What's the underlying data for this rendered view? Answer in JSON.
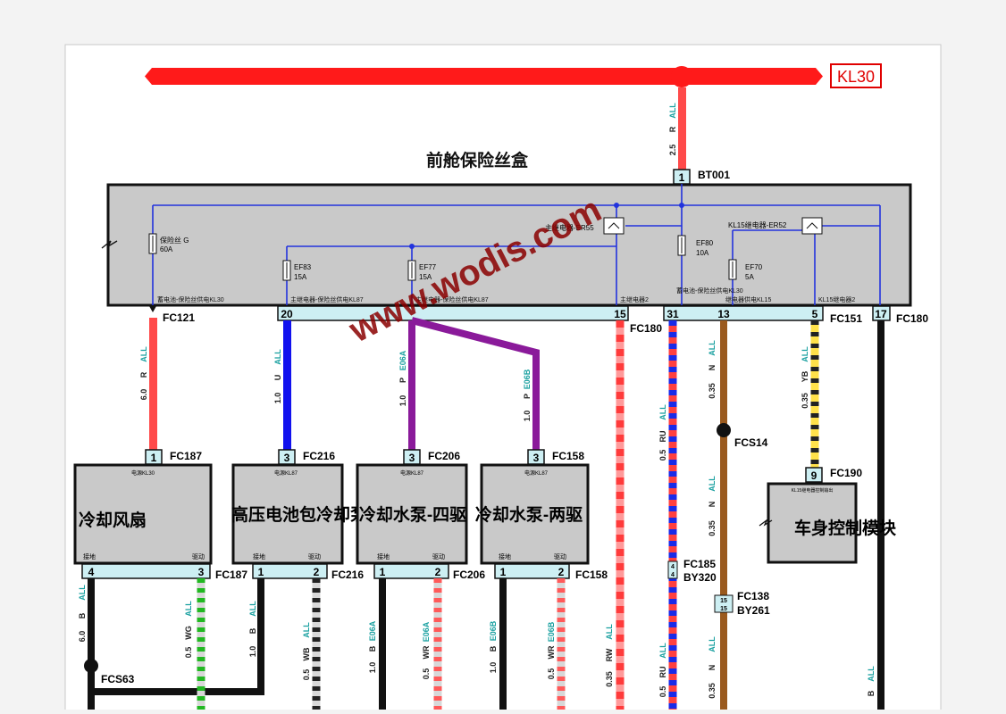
{
  "title": "前舱保险丝盒",
  "bus": {
    "label": "KL30",
    "wire_color_code": "R",
    "wire_gauge": "2.5",
    "variant": "ALL"
  },
  "top_connector": {
    "pin": "1",
    "name": "BT001"
  },
  "fusebox": {
    "fuse_g": {
      "name": "保险丝 G",
      "rating": "60A"
    },
    "ef83": {
      "name": "EF83",
      "rating": "15A"
    },
    "ef77": {
      "name": "EF77",
      "rating": "15A"
    },
    "ef80": {
      "name": "EF80",
      "rating": "10A"
    },
    "ef70": {
      "name": "EF70",
      "rating": "5A"
    },
    "relay_er55": "主继电器-ER55",
    "relay_er52": "KL15继电器-ER52",
    "bottom_labels": [
      "蓄电池-保险丝供电KL30",
      "主继电器-保险丝供电KL87",
      "主继电器-保险丝供电KL87",
      "主继电器2",
      "蓄电池-保险丝供电KL30",
      "继电器供电KL15",
      "KL15继电器2"
    ]
  },
  "fusebox_connectors": [
    {
      "pin": "20",
      "ref": ""
    },
    {
      "pin": "15",
      "ref": "FC180"
    },
    {
      "pin": "31",
      "ref": ""
    },
    {
      "pin": "13",
      "ref": ""
    },
    {
      "pin": "5",
      "ref": "FC151"
    },
    {
      "pin": "17",
      "ref": "FC180"
    }
  ],
  "fc121": "FC121",
  "wires": {
    "w1": {
      "gauge": "6.0",
      "color": "R",
      "variant": "ALL"
    },
    "w2": {
      "gauge": "1.0",
      "color": "U",
      "variant": "ALL"
    },
    "w3": {
      "gauge": "1.0",
      "color": "P",
      "variant": "E06A"
    },
    "w4": {
      "gauge": "1.0",
      "color": "P",
      "variant": "E06B"
    },
    "w5": {
      "gauge": "0.35",
      "color": "YB",
      "variant": "ALL"
    },
    "w6a": {
      "gauge": "0.5",
      "color": "RU",
      "variant": "ALL"
    },
    "w6b": {
      "gauge": "0.5",
      "color": "RU",
      "variant": "ALL"
    },
    "w7a": {
      "gauge": "0.35",
      "color": "N",
      "variant": "ALL"
    },
    "w7b": {
      "gauge": "0.35",
      "color": "N",
      "variant": "ALL"
    },
    "w7c": {
      "gauge": "0.35",
      "color": "N",
      "variant": "ALL"
    },
    "w8": {
      "gauge": "0.35",
      "color": "RW",
      "variant": "ALL"
    },
    "w9": {
      "gauge": "6.0",
      "color": "B",
      "variant": "ALL"
    },
    "w10": {
      "gauge": "0.5",
      "color": "WG",
      "variant": "ALL"
    },
    "w11": {
      "gauge": "1.0",
      "color": "B",
      "variant": "ALL"
    },
    "w12": {
      "gauge": "0.5",
      "color": "WB",
      "variant": "ALL"
    },
    "w13": {
      "gauge": "1.0",
      "color": "B",
      "variant": "E06A"
    },
    "w14": {
      "gauge": "0.5",
      "color": "WR",
      "variant": "E06A"
    },
    "w15": {
      "gauge": "1.0",
      "color": "B",
      "variant": "E06B"
    },
    "w16": {
      "gauge": "0.5",
      "color": "WR",
      "variant": "E06B"
    },
    "w17": {
      "gauge": "",
      "color": "B",
      "variant": "ALL"
    }
  },
  "splices": {
    "fcs14": "FCS14",
    "fcs63": "FCS63"
  },
  "inline_connectors": {
    "c1": {
      "name": "FC185",
      "mate": "BY320",
      "pins": [
        "4",
        "4"
      ]
    },
    "c2": {
      "name": "FC138",
      "mate": "BY261",
      "pins": [
        "15",
        "15"
      ]
    }
  },
  "modules": [
    {
      "name": "冷却风扇",
      "top_pin": "1",
      "top_ref": "FC187",
      "top_pin_label": "电源KL30",
      "pins": [
        {
          "num": "4",
          "label": "接地"
        },
        {
          "num": "3",
          "label": "驱动"
        }
      ],
      "bottom_ref": "FC187"
    },
    {
      "name": "高压电池包冷却泵",
      "top_pin": "3",
      "top_ref": "FC216",
      "top_pin_label": "电源KL87",
      "pins": [
        {
          "num": "1",
          "label": "接地"
        },
        {
          "num": "2",
          "label": "驱动"
        }
      ],
      "bottom_ref": "FC216"
    },
    {
      "name": "冷却水泵-四驱",
      "top_pin": "3",
      "top_ref": "FC206",
      "top_pin_label": "电源KL87",
      "pins": [
        {
          "num": "1",
          "label": "接地"
        },
        {
          "num": "2",
          "label": "驱动"
        }
      ],
      "bottom_ref": "FC206"
    },
    {
      "name": "冷却水泵-两驱",
      "top_pin": "3",
      "top_ref": "FC158",
      "top_pin_label": "电源KL87",
      "pins": [
        {
          "num": "1",
          "label": "接地"
        },
        {
          "num": "2",
          "label": "驱动"
        }
      ],
      "bottom_ref": "FC158"
    }
  ],
  "bcm": {
    "name": "车身控制模块",
    "top_pin": "9",
    "top_ref": "FC190",
    "top_pin_label": "KL15继电器控制输出"
  },
  "watermark": "www.wodis.com"
}
